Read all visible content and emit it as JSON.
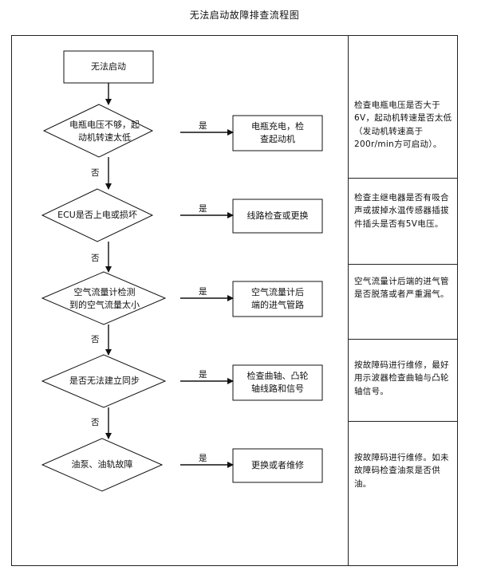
{
  "title": "无法启动故障排查流程图",
  "start": "无法启动",
  "steps": [
    {
      "question": "电瓶电压不够，起\n动机转速太低",
      "action": "电瓶充电，检\n查起动机",
      "note": "检查电瓶电压是否大于6V，起动机转速是否太低（发动机转速高于200r/min方可启动）。"
    },
    {
      "question": "ECU是否上电或损坏",
      "action": "线路检查或更换",
      "note": "检查主继电器是否有吸合声或拔掉水温传感器插拔件插头是否有5V电压。"
    },
    {
      "question": "空气流量计检测\n到的空气流量太小",
      "action": "空气流量计后\n端的进气管路",
      "note": "空气流量计后端的进气管是否脱落或者严重漏气。"
    },
    {
      "question": "是否无法建立同步",
      "action": "检查曲轴、凸轮\n轴线路和信号",
      "note": "按故障码进行维修，最好用示波器检查曲轴与凸轮轴信号。"
    },
    {
      "question": "油泵、油轨故障",
      "action": "更换或者维修",
      "note": "按故障码进行维修。如未故障码检查油泵是否供油。"
    }
  ],
  "yes_label": "是",
  "no_label": "否"
}
